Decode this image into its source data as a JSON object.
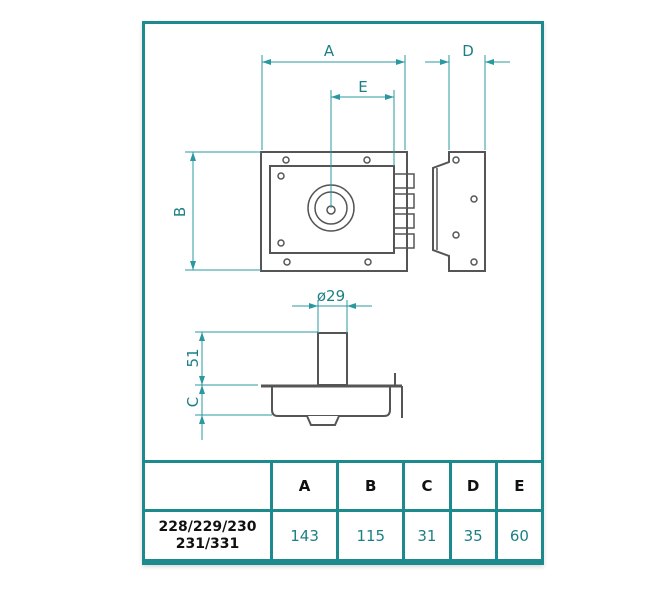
{
  "drawing": {
    "dim_labels": {
      "A": "A",
      "B": "B",
      "C": "C",
      "D": "D",
      "E": "E",
      "diameter": "ø29",
      "height": "51"
    }
  },
  "table": {
    "columns": [
      "A",
      "B",
      "C",
      "D",
      "E"
    ],
    "model_line1": "228/229/230",
    "model_line2": "231/331",
    "values": [
      "143",
      "115",
      "31",
      "35",
      "60"
    ]
  },
  "colors": {
    "border": "#1d8a8e",
    "dimension": "#2a98a0",
    "value_text": "#1d7f86"
  }
}
